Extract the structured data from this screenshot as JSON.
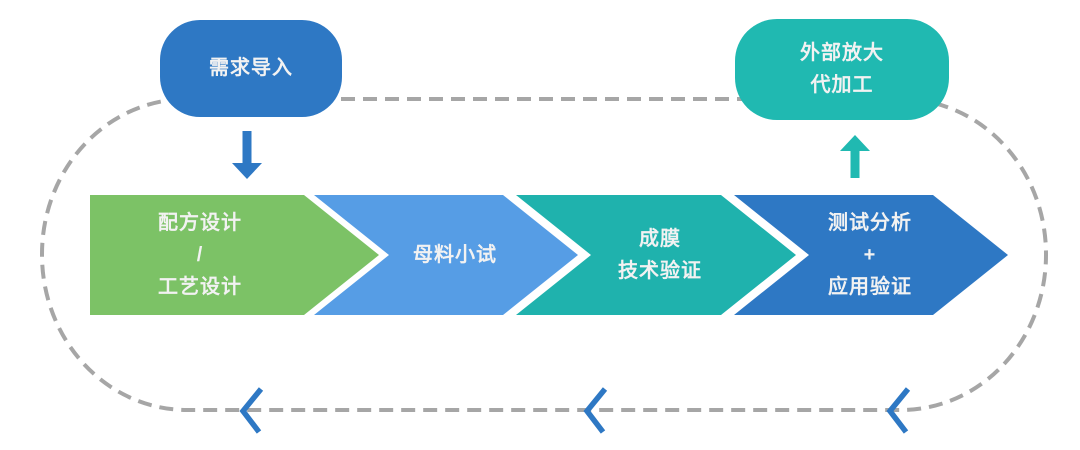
{
  "colors": {
    "blue": "#2E78C4",
    "light_blue": "#569DE5",
    "green": "#7CC266",
    "teal": "#1FB2AD",
    "teal_bright": "#20B9B1",
    "dash_gray": "#A6A6A6",
    "label_text": "#F2F2F2"
  },
  "nodes": {
    "demand": {
      "label": "需求导入"
    },
    "external": {
      "lines": [
        "外部放大",
        "代加工"
      ]
    }
  },
  "steps": [
    {
      "lines": [
        "配方设计",
        "/",
        "工艺设计"
      ]
    },
    {
      "lines": [
        "母料小试"
      ]
    },
    {
      "lines": [
        "成膜",
        "技术验证"
      ]
    },
    {
      "lines": [
        "测试分析",
        "+",
        "应用验证"
      ]
    }
  ]
}
